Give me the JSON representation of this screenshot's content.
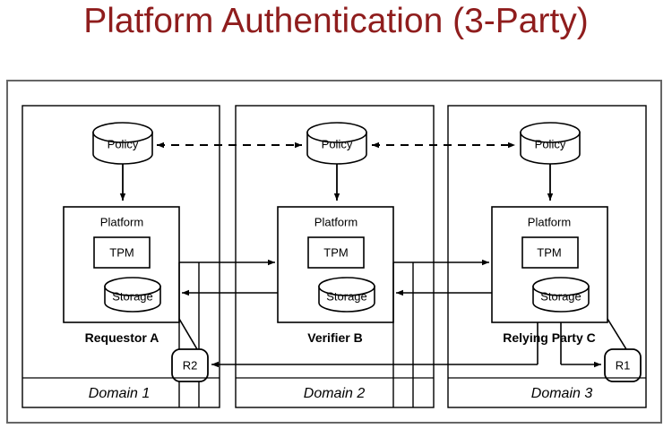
{
  "title": "Platform Authentication (3-Party)",
  "colors": {
    "title": "#8f1d1d",
    "stroke": "#000000",
    "frame": "#555555",
    "background": "#ffffff"
  },
  "diagram": {
    "type": "block-diagram",
    "outer_frame": {
      "label": ""
    },
    "domains": [
      {
        "name": "Domain 1",
        "party": "Requestor A",
        "policy": "Policy",
        "platform": "Platform",
        "tpm": "TPM",
        "storage": "Storage",
        "token": "R2"
      },
      {
        "name": "Domain 2",
        "party": "Verifier B",
        "policy": "Policy",
        "platform": "Platform",
        "tpm": "TPM",
        "storage": "Storage",
        "token": ""
      },
      {
        "name": "Domain 3",
        "party": "Relying Party C",
        "policy": "Policy",
        "platform": "Platform",
        "tpm": "TPM",
        "storage": "Storage",
        "token": "R1"
      }
    ],
    "connections": [
      {
        "from": "Policy 1",
        "to": "Policy 2",
        "style": "dashed",
        "direction": "bidirectional"
      },
      {
        "from": "Policy 3",
        "to": "Policy 2",
        "style": "dashed",
        "direction": "bidirectional"
      },
      {
        "from": "Policy 1",
        "to": "Platform 1",
        "style": "solid",
        "direction": "down"
      },
      {
        "from": "Policy 2",
        "to": "Platform 2",
        "style": "solid",
        "direction": "down"
      },
      {
        "from": "Policy 3",
        "to": "Platform 3",
        "style": "solid",
        "direction": "down"
      },
      {
        "from": "Platform 1",
        "to": "Platform 2",
        "style": "solid",
        "direction": "right"
      },
      {
        "from": "Platform 2",
        "to": "Platform 1",
        "style": "solid",
        "direction": "left"
      },
      {
        "from": "Platform 2",
        "to": "Platform 3",
        "style": "solid",
        "direction": "right"
      },
      {
        "from": "Platform 3",
        "to": "Platform 2",
        "style": "solid",
        "direction": "left"
      },
      {
        "from": "Platform 1",
        "to": "R2",
        "style": "solid",
        "direction": "diagonal"
      },
      {
        "from": "Platform 3",
        "to": "R1",
        "style": "solid",
        "direction": "diagonal"
      },
      {
        "from": "Platform 3",
        "to": "R1",
        "style": "solid",
        "direction": "right"
      },
      {
        "from": "Platform 3",
        "to": "R2",
        "style": "solid",
        "direction": "left"
      }
    ]
  }
}
